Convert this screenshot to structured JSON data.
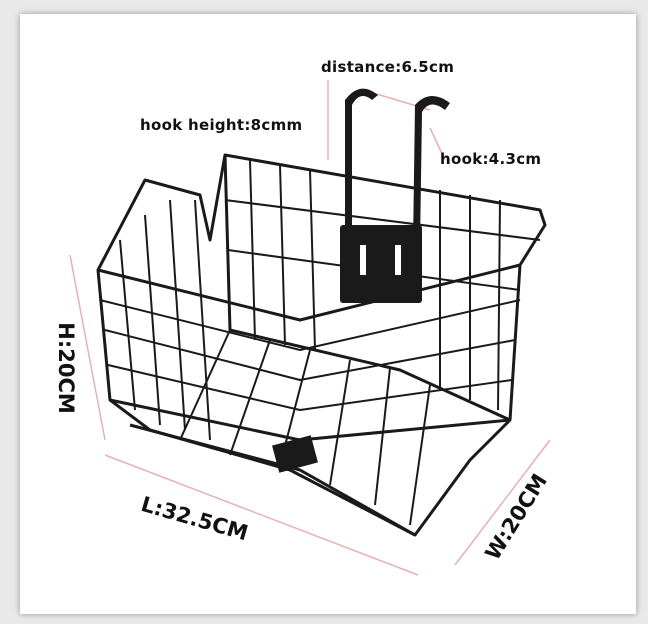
{
  "labels": {
    "distance": "distance:6.5cm",
    "hook_height": "hook height:8cmm",
    "hook": "hook:4.3cm",
    "height": "H:20CM",
    "length": "L:32.5CM",
    "width": "W:20CM"
  },
  "colors": {
    "dimension_line": "#e8b0b0",
    "wire": "#1a1a1a"
  }
}
